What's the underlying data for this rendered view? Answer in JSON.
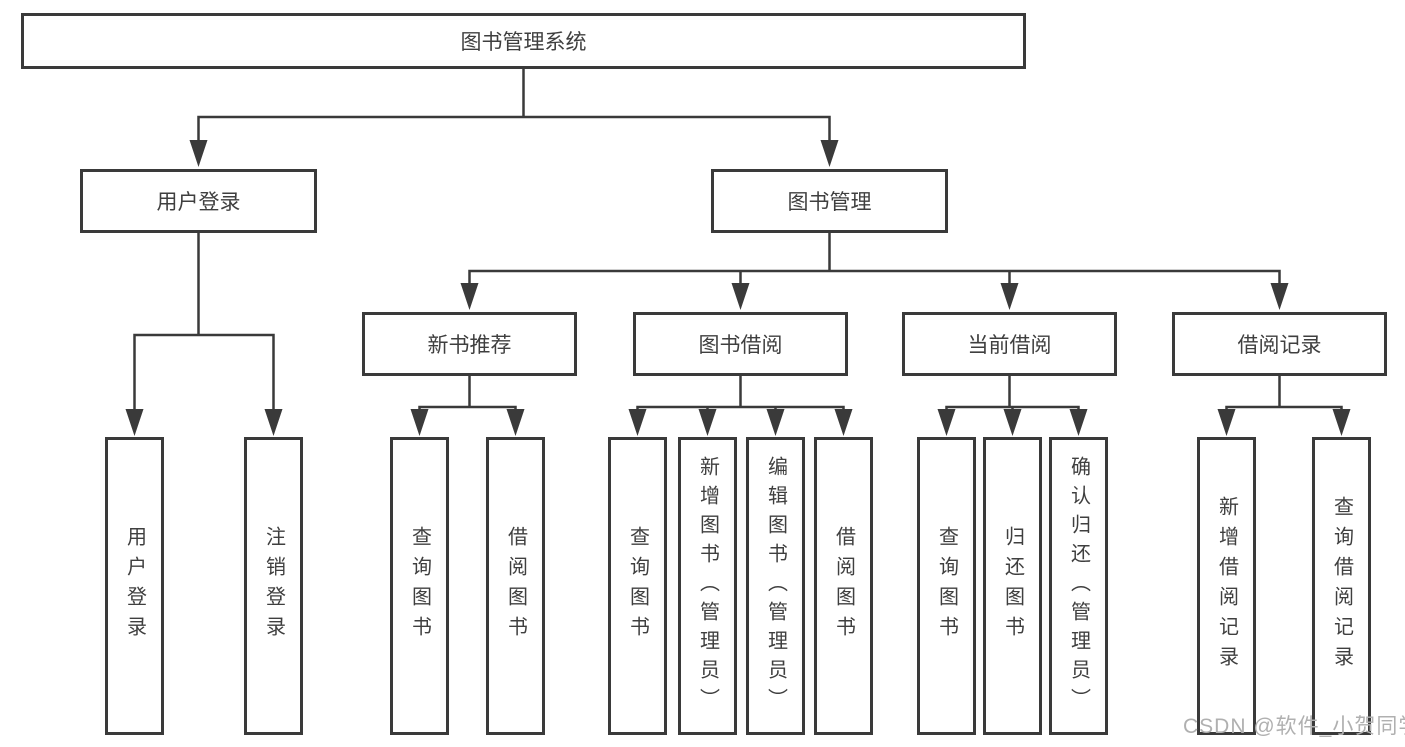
{
  "diagram": {
    "title": "图书管理系统",
    "level1": [
      {
        "label": "用户登录"
      },
      {
        "label": "图书管理"
      }
    ],
    "level2": [
      {
        "label": "新书推荐"
      },
      {
        "label": "图书借阅"
      },
      {
        "label": "当前借阅"
      },
      {
        "label": "借阅记录"
      }
    ],
    "leaves": [
      {
        "label": "用户登录"
      },
      {
        "label": "注销登录"
      },
      {
        "label": "查询图书"
      },
      {
        "label": "借阅图书"
      },
      {
        "label": "查询图书"
      },
      {
        "label": "新增图书（管理员）"
      },
      {
        "label": "编辑图书（管理员）"
      },
      {
        "label": "借阅图书"
      },
      {
        "label": "查询图书"
      },
      {
        "label": "归还图书"
      },
      {
        "label": "确认归还（管理员）"
      },
      {
        "label": "新增借阅记录"
      },
      {
        "label": "查询借阅记录"
      }
    ],
    "watermark": "CSDN @软件_小贺同学",
    "colors": {
      "line": "#3a3a3a",
      "text": "#3f3f3f",
      "watermark": "#b0b0b0",
      "background": "#ffffff"
    }
  }
}
